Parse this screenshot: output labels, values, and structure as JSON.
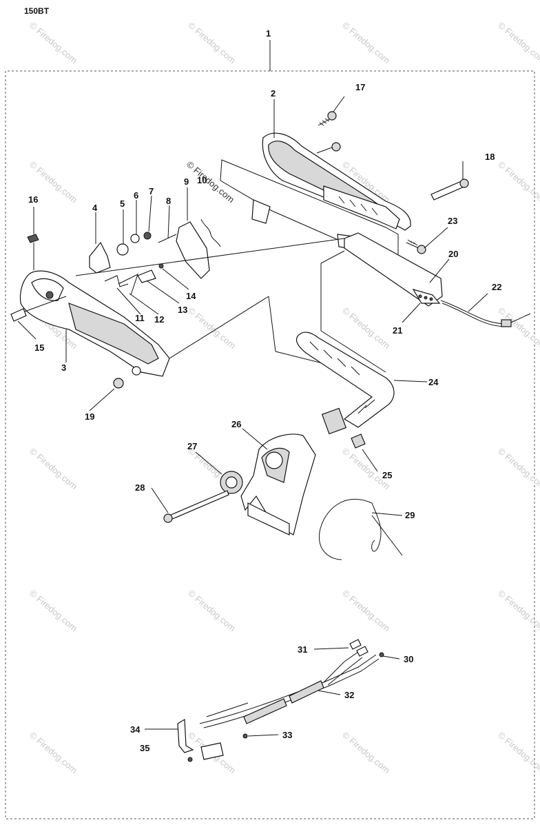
{
  "model_label": "150BT",
  "watermark_text": "© Firedog.com",
  "callouts": [
    "1",
    "2",
    "3",
    "4",
    "5",
    "6",
    "7",
    "8",
    "9",
    "10",
    "11",
    "12",
    "13",
    "14",
    "15",
    "16",
    "17",
    "18",
    "19",
    "20",
    "21",
    "22",
    "23",
    "24",
    "25",
    "26",
    "27",
    "28",
    "29",
    "30",
    "31",
    "32",
    "33",
    "34",
    "35"
  ],
  "colors": {
    "line": "#111111",
    "watermark": "#c8c8c8",
    "background": "#ffffff"
  }
}
